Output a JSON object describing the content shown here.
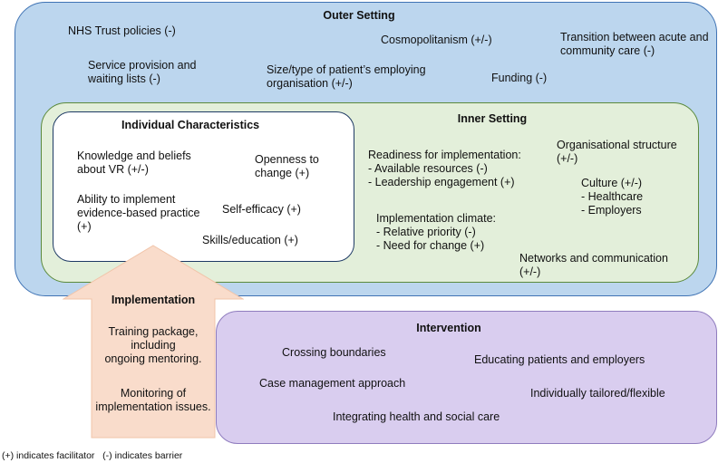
{
  "outer": {
    "title": "Outer Setting",
    "items": [
      [
        "NHS Trust policies (-)"
      ],
      [
        "Cosmopolitanism (+/-)"
      ],
      [
        "Transition between acute and",
        "community care (-)"
      ],
      [
        "Service provision and",
        "waiting lists (-)"
      ],
      [
        "Size/type of patient’s employing",
        "organisation (+/-)"
      ],
      [
        "Funding (-)"
      ]
    ]
  },
  "inner": {
    "title": "Inner Setting",
    "items": [
      [
        "Readiness for implementation:",
        "- Available resources (-)",
        "- Leadership engagement (+)"
      ],
      [
        "Organisational structure",
        "(+/-)"
      ],
      [
        "Culture (+/-)",
        "- Healthcare",
        "- Employers"
      ],
      [
        "Implementation climate:",
        "- Relative priority (-)",
        "- Need for change (+)"
      ],
      [
        "Networks and communication",
        "(+/-)"
      ]
    ]
  },
  "individual": {
    "title": "Individual Characteristics",
    "items": [
      [
        "Knowledge and beliefs",
        "about VR (+/-)"
      ],
      [
        "Openness to",
        "change (+)"
      ],
      [
        "Ability to implement",
        "evidence-based practice",
        "(+)"
      ],
      [
        "Self-efficacy (+)"
      ],
      [
        "Skills/education (+)"
      ]
    ]
  },
  "implementation": {
    "title": "Implementation",
    "items": [
      [
        "Training package,",
        "including",
        "ongoing mentoring."
      ],
      [
        "Monitoring of",
        "implementation issues."
      ]
    ]
  },
  "intervention": {
    "title": "Intervention",
    "items": [
      [
        "Crossing boundaries"
      ],
      [
        "Educating patients and employers"
      ],
      [
        "Case management approach"
      ],
      [
        "Individually tailored/flexible"
      ],
      [
        "Integrating health and social care"
      ]
    ]
  },
  "legend": {
    "text": "(+) indicates facilitator   (-) indicates barrier"
  },
  "colors": {
    "outer_fill": "#bcd6ee",
    "inner_fill": "#e3efda",
    "individual_fill": "#ffffff",
    "intervention_fill": "#d9cdef",
    "implementation_fill": "#f9dccb"
  }
}
